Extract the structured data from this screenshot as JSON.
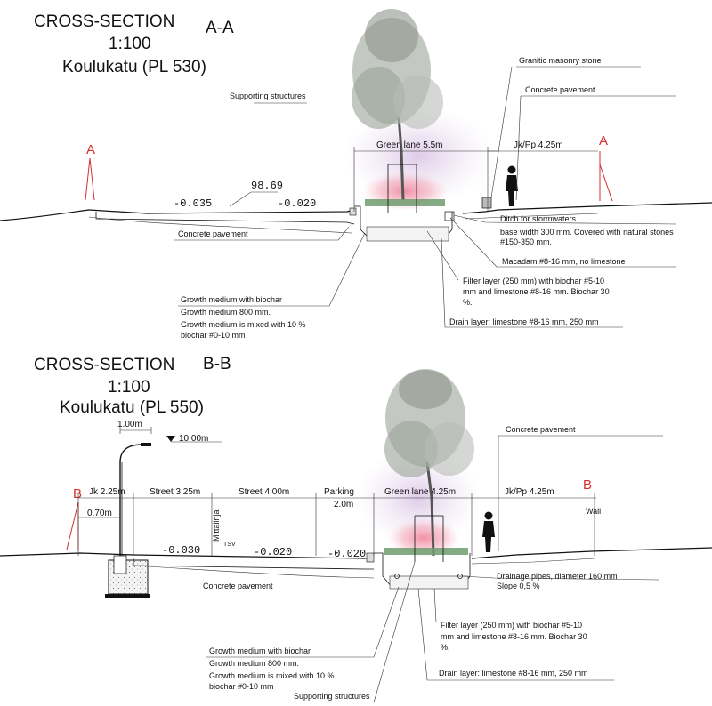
{
  "sectionA": {
    "title": "CROSS-SECTION",
    "marker": "A-A",
    "scale": "1:100",
    "street": "Koulukatu (PL 530)",
    "cut_letter": "A",
    "dims": {
      "green_lane": "Green lane 5.5m",
      "jkpp": "Jk/Pp 4.25m"
    },
    "slopes": {
      "s1": "-0.035",
      "elev": "98.69",
      "s2": "-0.020"
    },
    "labels": {
      "supporting": "Supporting structures",
      "granitic": "Granitic masonry stone",
      "concrete_top": "Concrete pavement",
      "concrete_road": "Concrete pavement",
      "ditch": "Ditch for stormwaters",
      "ditch_2": "base width 300 mm. Covered with natural stones",
      "ditch_3": "#150-350 mm.",
      "macadam": "Macadam #8-16 mm, no limestone",
      "filter_1": "Filter layer (250 mm) with biochar #5-10",
      "filter_2": "mm and limestone #8-16 mm. Biochar 30",
      "filter_3": "%.",
      "drain": "Drain layer: limestone #8-16 mm, 250 mm",
      "growth_1": "Growth medium with biochar",
      "growth_2": "Growth medium 800 mm.",
      "growth_3": "Growth medium is mixed with 10 %",
      "growth_4": "biochar #0-10 mm"
    }
  },
  "sectionB": {
    "title": "CROSS-SECTION",
    "marker": "B-B",
    "scale": "1:100",
    "street": "Koulukatu (PL 550)",
    "cut_letter": "B",
    "dims": {
      "lamp_arm": "1.00m",
      "lamp_height": "10.00m",
      "jk": "Jk 2.25m",
      "offset": "0.70m",
      "street1": "Street 3.25m",
      "street2": "Street 4.00m",
      "parking": "Parking",
      "parking_w": "2.0m",
      "green_lane": "Green lane 4.25m",
      "jkpp": "Jk/Pp 4.25m"
    },
    "slopes": {
      "s1": "-0.030",
      "s2": "-0.020",
      "s3": "-0.020"
    },
    "labels": {
      "mittalinja": "Mittalinja",
      "tsv": "TSV",
      "concrete_top": "Concrete pavement",
      "wall": "Wall",
      "concrete_road": "Concrete pavement",
      "pipes_1": "Drainage pipes, diameter 160 mm",
      "pipes_2": "Slope 0,5 %",
      "filter_1": "Filter layer (250 mm) with biochar #5-10",
      "filter_2": "mm and limestone #8-16 mm. Biochar 30",
      "filter_3": "%.",
      "drain": "Drain layer: limestone #8-16 mm, 250 mm",
      "growth_1": "Growth medium with biochar",
      "growth_2": "Growth medium 800 mm.",
      "growth_3": "Growth medium is mixed with 10 %",
      "growth_4": "biochar #0-10 mm",
      "supporting": "Supporting structures"
    }
  }
}
